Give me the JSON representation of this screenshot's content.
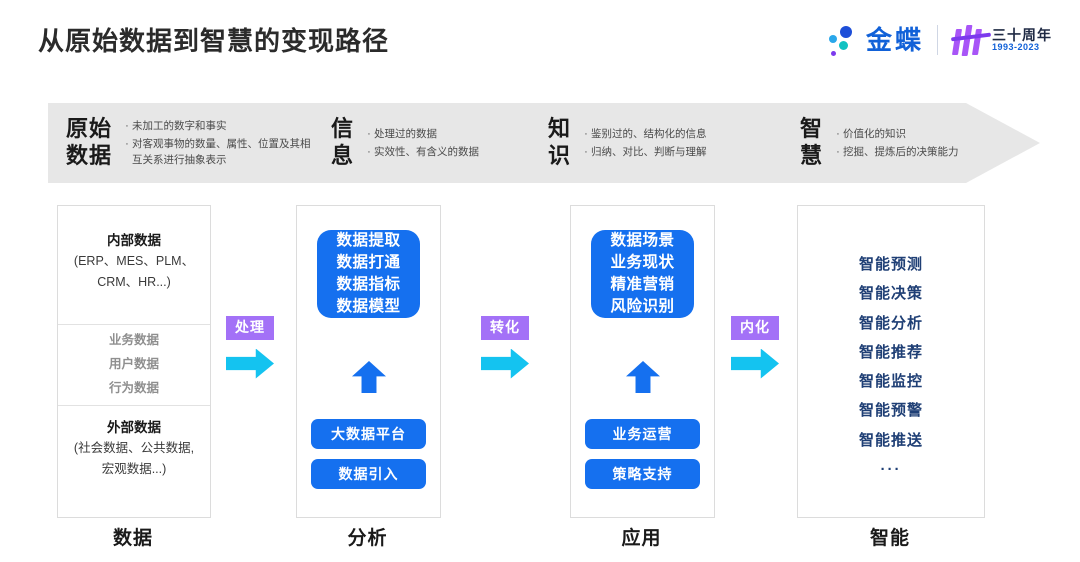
{
  "header": {
    "title": "从原始数据到智慧的变现路径",
    "brand_name": "金蝶",
    "anniversary_cn": "三十周年",
    "anniversary_years": "1993-2023"
  },
  "banner": {
    "segments": [
      {
        "label": "原始\n数据",
        "bullets": [
          "未加工的数字和事实",
          "对客观事物的数量、属性、位置及其相互关系进行抽象表示"
        ]
      },
      {
        "label": "信\n息",
        "bullets": [
          "处理过的数据",
          "实效性、有含义的数据"
        ]
      },
      {
        "label": "知\n识",
        "bullets": [
          "鉴别过的、结构化的信息",
          "归纳、对比、判断与理解"
        ]
      },
      {
        "label": "智\n慧",
        "bullets": [
          "价值化的知识",
          "挖掘、提炼后的决策能力"
        ]
      }
    ]
  },
  "columns": [
    {
      "footer_label": "数据",
      "section_top_title": "内部数据",
      "section_top_sub": "(ERP、MES、PLM、\nCRM、HR...)",
      "section_mid": [
        "业务数据",
        "用户数据",
        "行为数据"
      ],
      "section_bottom_title": "外部数据",
      "section_bottom_sub": "(社会数据、公共数据,\n宏观数据...)"
    },
    {
      "footer_label": "分析",
      "big_block": "数据提取\n数据打通\n数据指标\n数据模型",
      "pills": [
        "大数据平台",
        "数据引入"
      ]
    },
    {
      "footer_label": "应用",
      "big_block": "数据场景\n业务现状\n精准营销\n风险识别",
      "pills": [
        "业务运营",
        "策略支持"
      ]
    },
    {
      "footer_label": "智能",
      "items": [
        "智能预测",
        "智能决策",
        "智能分析",
        "智能推荐",
        "智能监控",
        "智能预警",
        "智能推送",
        "···"
      ]
    }
  ],
  "connectors": [
    {
      "label": "处理"
    },
    {
      "label": "转化"
    },
    {
      "label": "内化"
    }
  ],
  "colors": {
    "brand_blue": "#1161d8",
    "block_blue": "#1570ef",
    "arrow_cyan": "#14c3f0",
    "tag_purple": "#a371f7",
    "banner_grey": "#e7e7e7",
    "smart_navy": "#1f3f75"
  }
}
